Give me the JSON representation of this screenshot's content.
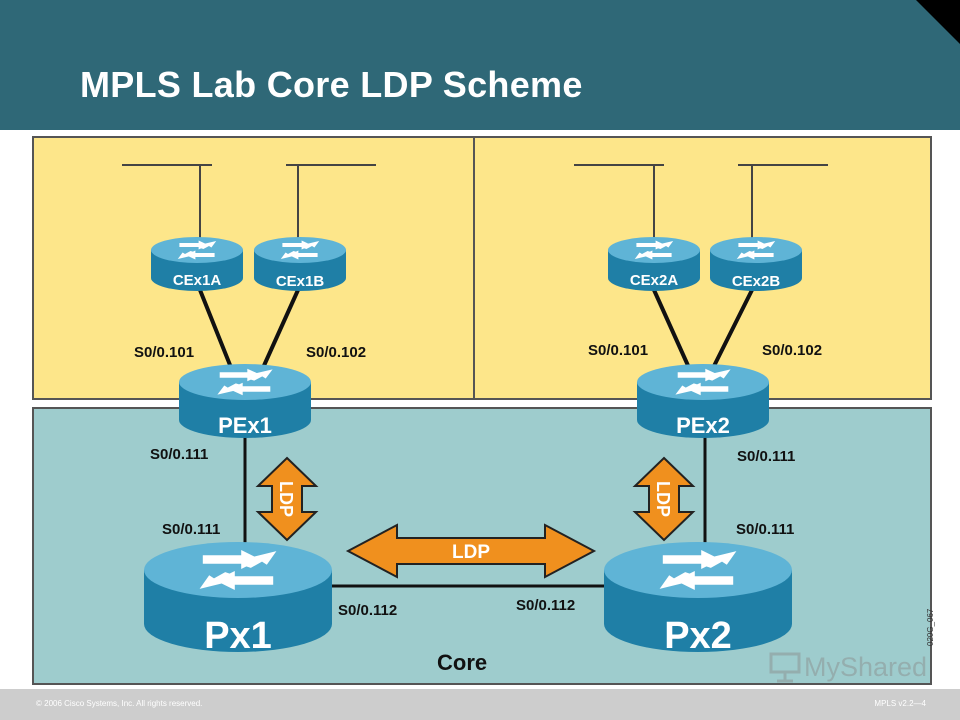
{
  "slide": {
    "title": "MPLS Lab Core LDP Scheme"
  },
  "colors": {
    "header": "#2f6877",
    "edge_zone": "#fde68a",
    "core_zone": "#9ecccd",
    "router": "#1f7fa6",
    "arrow": "#f0901e"
  },
  "zones": {
    "core_label": "Core"
  },
  "routers": {
    "cex1a": "CEx1A",
    "cex1b": "CEx1B",
    "cex2a": "CEx2A",
    "cex2b": "CEx2B",
    "pex1": "PEx1",
    "pex2": "PEx2",
    "px1": "Px1",
    "px2": "Px2"
  },
  "interfaces": {
    "pex1_to_cex1a": "S0/0.101",
    "pex1_to_cex1b": "S0/0.102",
    "pex2_to_cex2a": "S0/0.101",
    "pex2_to_cex2b": "S0/0.102",
    "pex1_down": "S0/0.111",
    "px1_up": "S0/0.111",
    "pex2_down": "S0/0.111",
    "px2_up": "S0/0.111",
    "px1_right": "S0/0.112",
    "px2_left": "S0/0.112"
  },
  "ldp": {
    "left": "LDP",
    "right": "LDP",
    "center": "LDP"
  },
  "footer": {
    "copyright": "© 2006 Cisco Systems, Inc. All rights reserved.",
    "course": "MPLS v2.2—4"
  },
  "figure_id": "020G_067",
  "watermark": "MyShared"
}
